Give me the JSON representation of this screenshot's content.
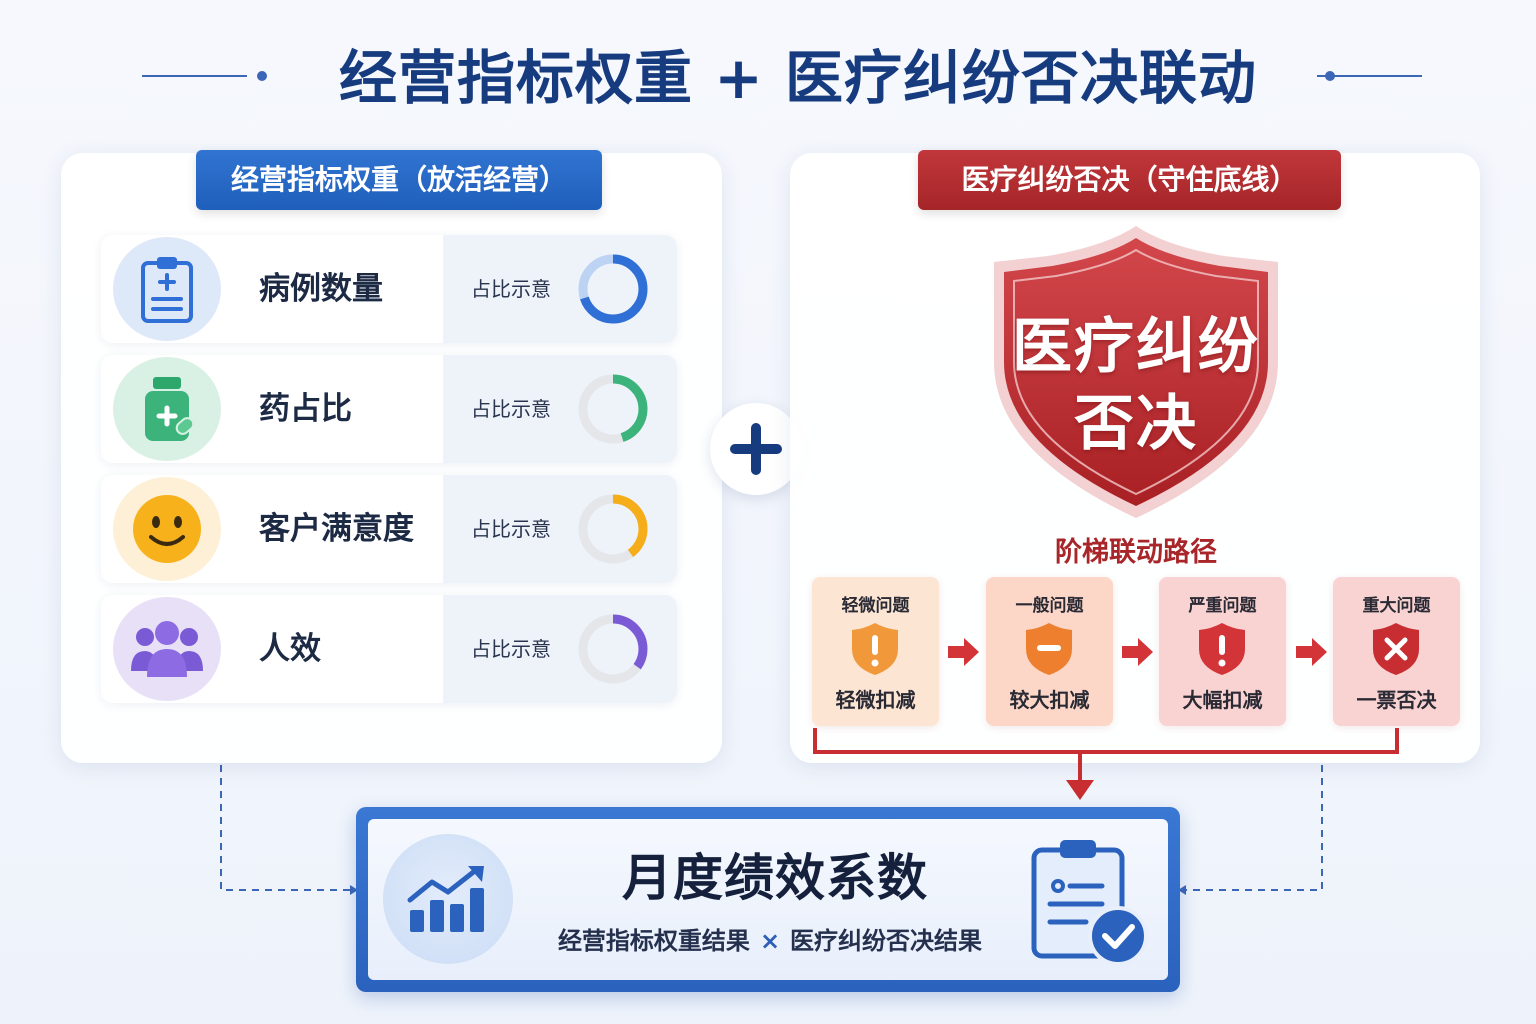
{
  "title": "经营指标权重 + 医疗纠纷否决联动",
  "left_panel": {
    "heading": "经营指标权重（放活经营）",
    "rows": [
      {
        "name": "病例数量",
        "tag": "占比示意",
        "icon": "clipboard-medical-icon",
        "ratio": 0.7,
        "color": "#2f6fd6",
        "track": "#bcd3f3",
        "bg": "#dde8f8"
      },
      {
        "name": "药占比",
        "tag": "占比示意",
        "icon": "medicine-bottle-icon",
        "ratio": 0.45,
        "color": "#3bb37a",
        "track": "#e4e6ea",
        "bg": "#d9f1e4"
      },
      {
        "name": "客户满意度",
        "tag": "占比示意",
        "icon": "smiley-face-icon",
        "ratio": 0.4,
        "color": "#f5ad1a",
        "track": "#e4e6ea",
        "bg": "#fdf0d6"
      },
      {
        "name": "人效",
        "tag": "占比示意",
        "icon": "people-group-icon",
        "ratio": 0.35,
        "color": "#7b5ad6",
        "track": "#e4e6ea",
        "bg": "#e7e0f7"
      }
    ]
  },
  "plus_symbol": "+",
  "right_panel": {
    "heading": "医疗纠纷否决（守住底线）",
    "shield_line1": "医疗纠纷",
    "shield_line2": "否决",
    "ladder_title": "阶梯联动路径",
    "levels": [
      {
        "name": "轻微问题",
        "action": "轻微扣减",
        "icon": "shield-exclamation-icon",
        "bg": "#fde5d3",
        "shield": "#f1993a"
      },
      {
        "name": "一般问题",
        "action": "较大扣减",
        "icon": "shield-minus-icon",
        "bg": "#fcd7c8",
        "shield": "#ee7f2f"
      },
      {
        "name": "严重问题",
        "action": "大幅扣减",
        "icon": "shield-exclamation-icon",
        "bg": "#f9d3d1",
        "shield": "#d33438"
      },
      {
        "name": "重大问题",
        "action": "一票否决",
        "icon": "shield-x-icon",
        "bg": "#f9d3d1",
        "shield": "#c72d31"
      }
    ]
  },
  "result": {
    "title": "月度绩效系数",
    "formula_left": "经营指标权重结果",
    "formula_op": "×",
    "formula_right": "医疗纠纷否决结果",
    "left_icon": "growth-chart-icon",
    "right_icon": "clipboard-check-icon"
  },
  "colors": {
    "primary_blue": "#2a62bd",
    "title_navy": "#163b7f",
    "veto_red": "#a8262a"
  }
}
